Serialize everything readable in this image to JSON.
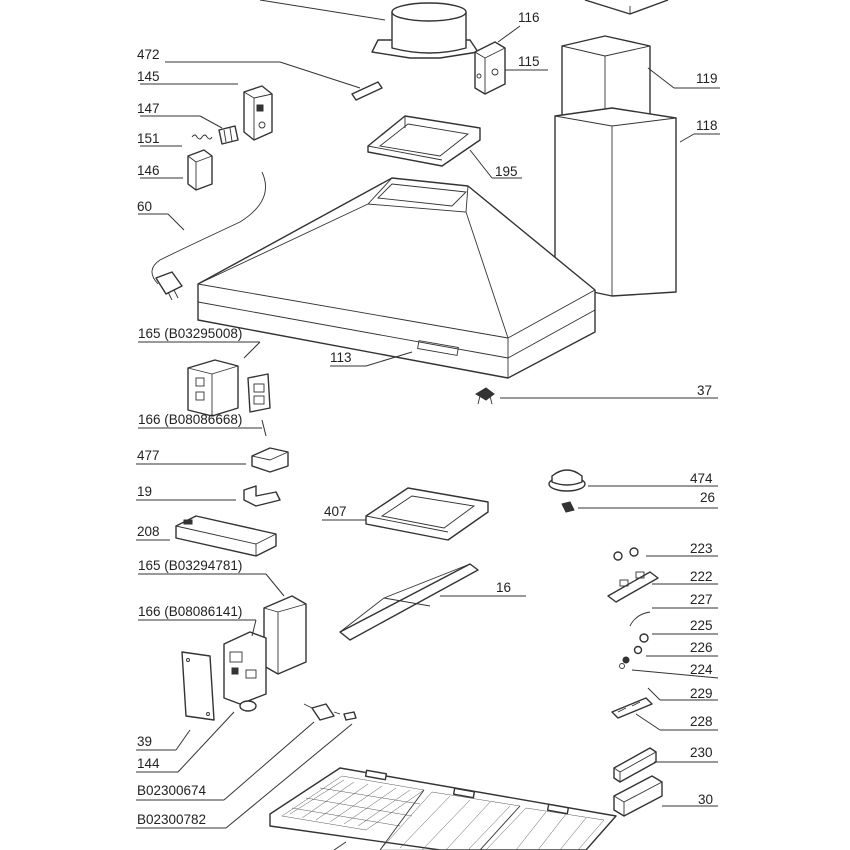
{
  "labels": {
    "l116": "116",
    "l115": "115",
    "l472": "472",
    "l145": "145",
    "l147": "147",
    "l151": "151",
    "l146": "146",
    "l119": "119",
    "l118": "118",
    "l195": "195",
    "l60": "60",
    "l165a": "165 (B03295008)",
    "l113": "113",
    "l37": "37",
    "l166a": "166 (B08086668)",
    "l477": "477",
    "l474": "474",
    "l26": "26",
    "l19": "19",
    "l407": "407",
    "l208": "208",
    "l223": "223",
    "l222": "222",
    "l165b": "165 (B03294781)",
    "l16": "16",
    "l227": "227",
    "l166b": "166 (B08086141)",
    "l225": "225",
    "l226": "226",
    "l224": "224",
    "l229": "229",
    "l228": "228",
    "l39": "39",
    "l144": "144",
    "l230": "230",
    "l30": "30",
    "lB02300674": "B02300674",
    "lB02300782": "B02300782"
  }
}
